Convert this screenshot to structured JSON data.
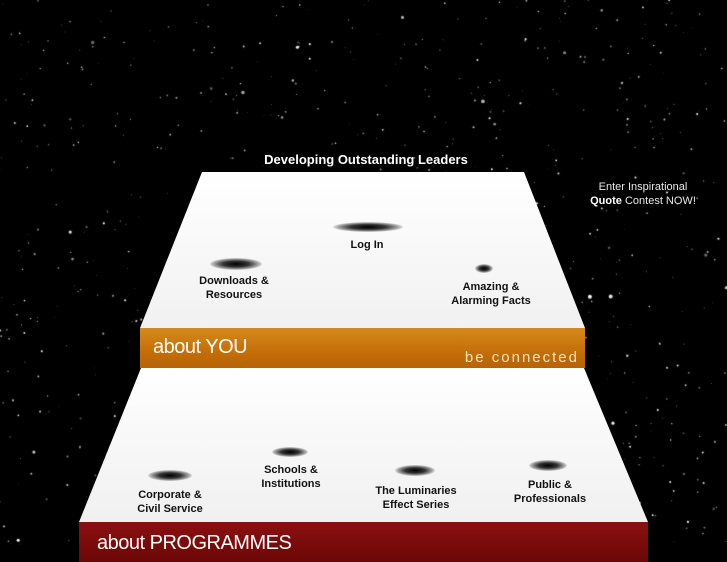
{
  "heading": "Developing Outstanding Leaders",
  "contest": {
    "part1": "Enter Inspirational",
    "bold": "Quote",
    "part2": "Contest NOW!"
  },
  "sections": {
    "about_you": {
      "title": "about YOU",
      "subtitle": "be connected",
      "color": "#c97410",
      "links": {
        "login": "Log In",
        "downloads": [
          "Downloads &",
          "Resources"
        ],
        "facts": [
          "Amazing &",
          "Alarming Facts"
        ]
      }
    },
    "about_programmes": {
      "title": "about PROGRAMMES",
      "color": "#7a0b0b",
      "links": {
        "corporate": [
          "Corporate &",
          "Civil Service"
        ],
        "schools": [
          "Schools &",
          "Institutions"
        ],
        "luminaries": [
          "The Luminaries",
          "Effect Series"
        ],
        "public": [
          "Public &",
          "Professionals"
        ]
      }
    }
  }
}
